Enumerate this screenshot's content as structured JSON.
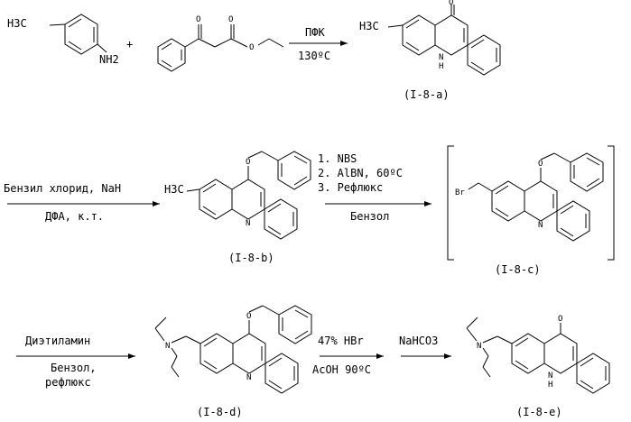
{
  "scheme": {
    "step1": {
      "reactant_a": {
        "methyl_label": "H3C",
        "amine_label": "NH2"
      },
      "plus": "+",
      "arrow_above": "ПФК",
      "arrow_below": "130ºC",
      "product": {
        "methyl_label": "H3C",
        "oxo_label": "O",
        "nh_label": "N\nH",
        "id": "(I-8-a)"
      }
    },
    "step2": {
      "arrow_above": "Бензил хлорид, NaH",
      "arrow_below": "ДФА, к.т.",
      "product": {
        "methyl_label": "H3C",
        "ether_o": "O",
        "ring_n": "N",
        "id": "(I-8-b)"
      }
    },
    "step3": {
      "conditions": [
        "1. NBS",
        "2. AlBN, 60ºC",
        "3. Рефлюкс"
      ],
      "arrow_below": "Бензол",
      "intermediate": {
        "br_label": "Br",
        "ether_o": "O",
        "ring_n": "N",
        "id": "(I-8-c)"
      }
    },
    "step4": {
      "arrow_above": "Диэтиламин",
      "arrow_below_1": "Бензол,",
      "arrow_below_2": "рефлюкс",
      "product": {
        "amine_n": "N",
        "ether_o": "O",
        "ring_n": "N",
        "id": "(I-8-d)"
      }
    },
    "step5": {
      "arrow1_above": "47% HBr",
      "arrow1_below": "AcOH 90ºC",
      "arrow2_above": "NaHCO3",
      "product": {
        "amine_n": "N",
        "oxo_label": "O",
        "nh_label": "N\nH",
        "id": "(I-8-e)"
      }
    }
  }
}
